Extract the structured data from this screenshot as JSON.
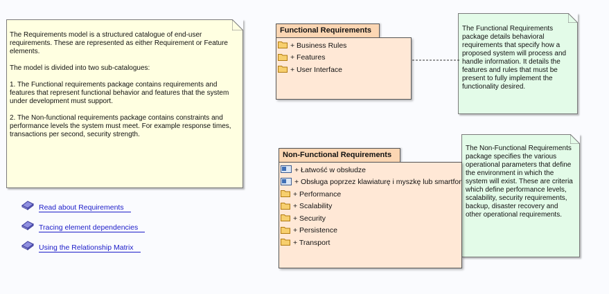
{
  "notes": {
    "main": "The Requirements model is a structured catalogue of end-user requirements. These are represented as either Requirement or Feature elements.\n\nThe model is divided into two sub-catalogues:\n\n1. The Functional requirements package contains requirements and features that represent functional behavior and features that the system under development must support.\n\n2. The Non-functional requirements package contains constraints and performance levels the system must meet. For example response times, transactions per second, security strength.",
    "functional": "The Functional Requirements package details behavioral requirements that specify how a proposed system will process and handle information. It details the features and rules that must be present to fully implement the functionality desired.",
    "non_functional": "The Non-Functional Requirements package specifies the various operational parameters that define the environment in which the system will exist. These are criteria which define performance levels, scalability, security requirements, backup, disaster recovery and other operational requirements."
  },
  "packages": {
    "functional": {
      "title": "Functional Requirements",
      "items": [
        {
          "label": "+ Business Rules",
          "icon": "folder-icon"
        },
        {
          "label": "+ Features",
          "icon": "folder-icon"
        },
        {
          "label": "+ User Interface",
          "icon": "folder-icon"
        }
      ]
    },
    "non_functional": {
      "title": "Non-Functional Requirements",
      "items": [
        {
          "label": "+ Łatwość w obsłudze",
          "icon": "requirement-icon"
        },
        {
          "label": "+ Obsługa poprzez klawiaturę i myszkę lub smartfon",
          "icon": "requirement-icon"
        },
        {
          "label": "+ Performance",
          "icon": "folder-icon"
        },
        {
          "label": "+ Scalability",
          "icon": "folder-icon"
        },
        {
          "label": "+ Security",
          "icon": "folder-icon"
        },
        {
          "label": "+ Persistence",
          "icon": "folder-icon"
        },
        {
          "label": "+ Transport",
          "icon": "folder-icon"
        }
      ]
    }
  },
  "links": [
    {
      "label": "Read about Requirements",
      "icon": "book-icon"
    },
    {
      "label": "Tracing element dependencies",
      "icon": "book-icon"
    },
    {
      "label": "Using the Relationship Matrix",
      "icon": "book-icon"
    }
  ],
  "colors": {
    "note_yellow": "#ffffe1",
    "note_green": "#e3fbe8",
    "package_header": "#fbd6b3",
    "package_body": "#ffe8d6",
    "link": "#1a1ac8"
  }
}
